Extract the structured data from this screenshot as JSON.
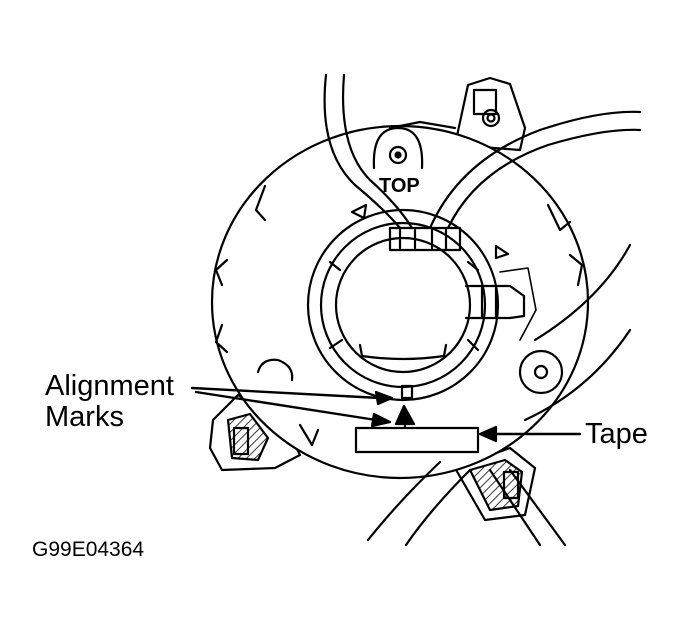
{
  "diagram": {
    "labels": {
      "alignment_line1": "Alignment",
      "alignment_line2": "Marks",
      "tape": "Tape",
      "top_mark": "TOP",
      "figure_id": "G99E04364"
    },
    "colors": {
      "line": "#000000",
      "background": "#ffffff",
      "hatch": "#000000"
    }
  }
}
